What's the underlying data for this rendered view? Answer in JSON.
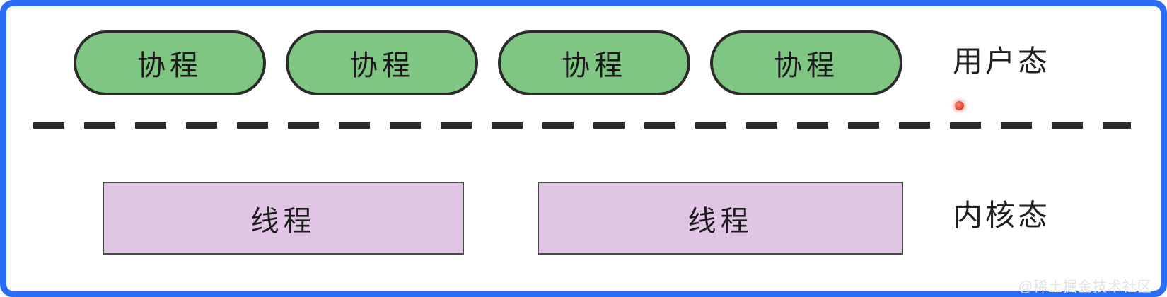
{
  "diagram": {
    "coroutine_row": {
      "items": [
        {
          "label": "协程"
        },
        {
          "label": "协程"
        },
        {
          "label": "协程"
        },
        {
          "label": "协程"
        }
      ],
      "side_label": "用户态"
    },
    "thread_row": {
      "items": [
        {
          "label": "线程"
        },
        {
          "label": "线程"
        }
      ],
      "side_label": "内核态"
    },
    "divider_style": "dashed",
    "watermark": "@稀土掘金技术社区",
    "colors": {
      "frame_border": "#2a6df4",
      "coroutine_fill": "#7fc683",
      "coroutine_border": "#2b2b2b",
      "thread_fill": "#e1c5e5",
      "thread_border": "#4a4a4a",
      "dash": "#2c2c2c",
      "pointer_dot": "#e04a3a",
      "text": "#1c1c1c"
    }
  }
}
